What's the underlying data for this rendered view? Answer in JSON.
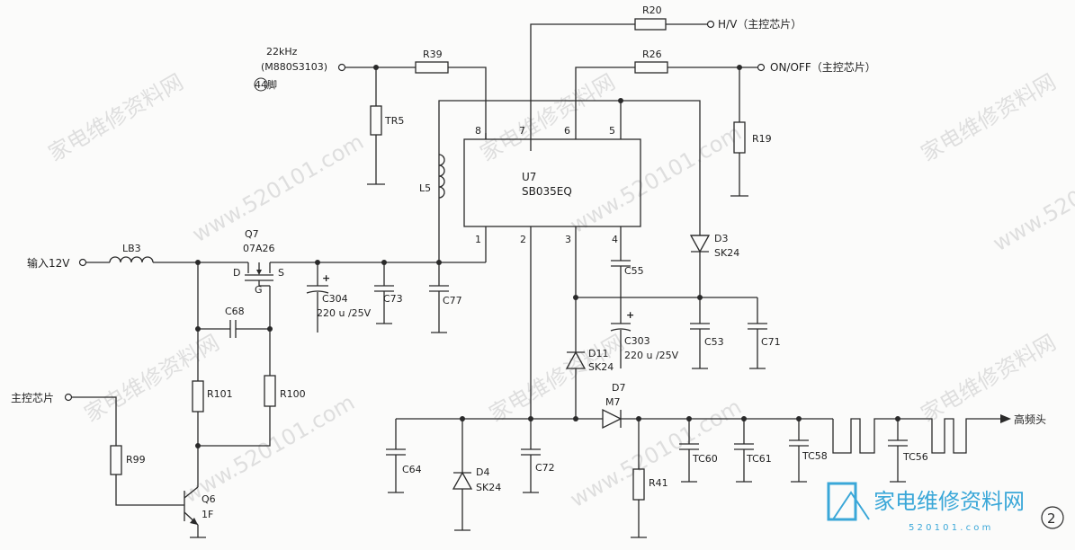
{
  "ic": {
    "ref": "U7",
    "part": "SB035EQ",
    "pins": {
      "p1": "1",
      "p2": "2",
      "p3": "3",
      "p4": "4",
      "p5": "5",
      "p6": "6",
      "p7": "7",
      "p8": "8"
    }
  },
  "ports": {
    "osc_freq": "22kHz",
    "osc_src": "(M880S3103)",
    "osc_pin": "44脚",
    "hv": "H/V（主控芯片）",
    "onoff": "ON/OFF（主控芯片）",
    "input": "输入12V",
    "main_chip": "主控芯片",
    "hf_out": "高频头"
  },
  "components": {
    "r20": "R20",
    "r39": "R39",
    "r26": "R26",
    "tr5": "TR5",
    "r19": "R19",
    "l5": "L5",
    "lb3": "LB3",
    "q7_ref": "Q7",
    "q7_part": "07A26",
    "pin_d": "D",
    "pin_s": "S",
    "pin_g": "G",
    "c304": "C304",
    "c304_val": "220 u /25V",
    "c73": "C73",
    "c77": "C77",
    "c68": "C68",
    "r101": "R101",
    "r100": "R100",
    "r99": "R99",
    "q6_ref": "Q6",
    "q6_part": "1F",
    "c55": "C55",
    "d3_ref": "D3",
    "d3_part": "SK24",
    "c53": "C53",
    "c71": "C71",
    "d11_ref": "D11",
    "d11_part": "SK24",
    "c303": "C303",
    "c303_val": "220 u /25V",
    "d7_ref": "D7",
    "d7_part": "M7",
    "c64": "C64",
    "d4_ref": "D4",
    "d4_part": "SK24",
    "c72": "C72",
    "r41": "R41",
    "tc60": "TC60",
    "tc61": "TC61",
    "tc58": "TC58",
    "tc56": "TC56"
  },
  "watermark": {
    "site": "家电维修资料网",
    "url": "www.520101.com",
    "logo_url": "5 2 0 1 0 1 . c o m",
    "circle": "2"
  }
}
